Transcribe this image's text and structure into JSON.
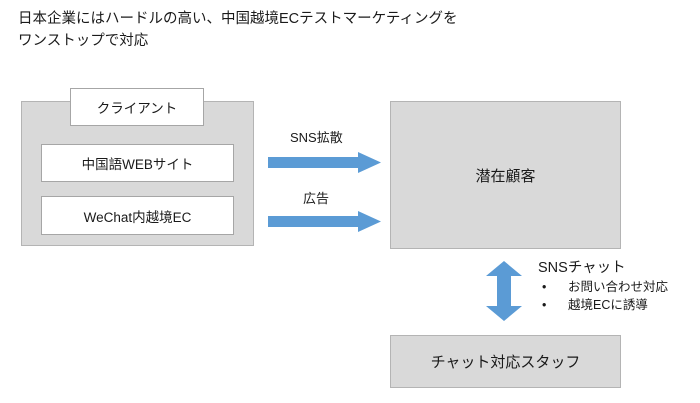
{
  "title": "日本企業にはハードルの高い、中国越境ECテストマーケティングを\nワンストップで対応",
  "colors": {
    "arrow_blue": "#5b9bd5",
    "box_gray_fill": "#d9d9d9",
    "box_gray_border": "#b4b4b4",
    "white_box_border": "#a6a6a6",
    "text": "#1a1a1a"
  },
  "left_panel": {
    "container_name": "client-container",
    "boxes": [
      {
        "label": "クライアント"
      },
      {
        "label": "中国語WEBサイト"
      },
      {
        "label": "WeChat内越境EC"
      }
    ]
  },
  "flows": [
    {
      "label": "SNS拡散",
      "direction": "right"
    },
    {
      "label": "広告",
      "direction": "right"
    }
  ],
  "right_panel": {
    "prospects_label": "潜在顧客",
    "staff_label": "チャット対応スタッフ"
  },
  "chat": {
    "heading": "SNSチャット",
    "bullet_char": "•",
    "bullets": [
      "お問い合わせ対応",
      "越境ECに誘導"
    ],
    "arrow_direction": "vertical-double"
  }
}
